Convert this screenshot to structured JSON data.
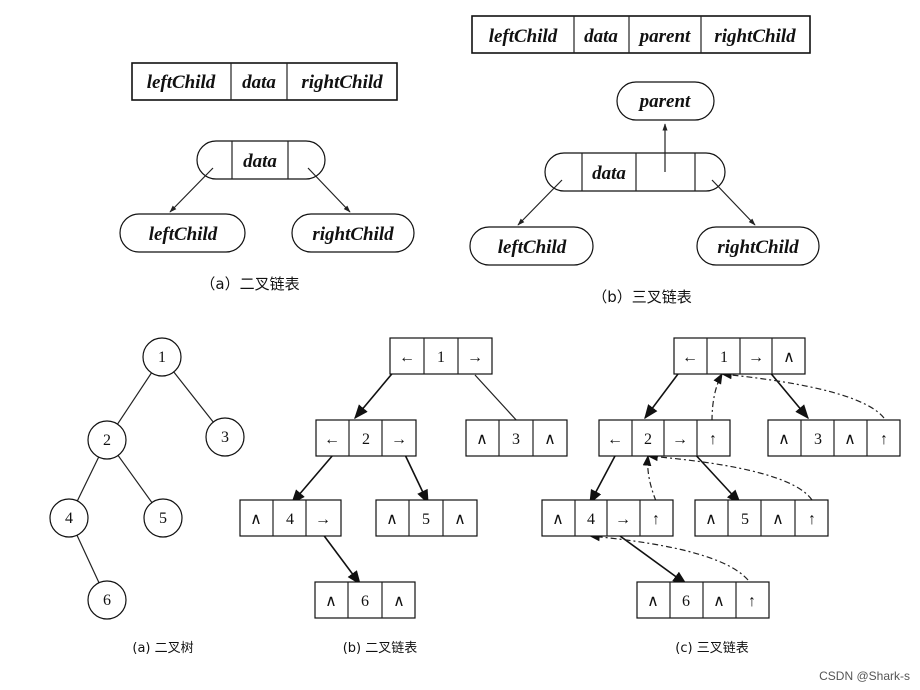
{
  "top_left": {
    "header_fields": [
      "leftChild",
      "data",
      "rightChild"
    ],
    "node_field": "data",
    "left_node": "leftChild",
    "right_node": "rightChild",
    "caption": "（a）二叉链表"
  },
  "top_right": {
    "header_fields": [
      "leftChild",
      "data",
      "parent",
      "rightChild"
    ],
    "parent_node": "parent",
    "node_field": "data",
    "left_node": "leftChild",
    "right_node": "rightChild",
    "caption": "（b）三叉链表"
  },
  "symbols": {
    "left_arrow": "←",
    "right_arrow": "→",
    "up_arrow": "↑",
    "null": "∧"
  },
  "tree": {
    "nodes": [
      "1",
      "2",
      "3",
      "4",
      "5",
      "6"
    ],
    "edges": [
      [
        "1",
        "2"
      ],
      [
        "1",
        "3"
      ],
      [
        "2",
        "4"
      ],
      [
        "2",
        "5"
      ],
      [
        "4",
        "6"
      ]
    ],
    "caption": "(a)  二叉树"
  },
  "binary_list": {
    "nodes": [
      {
        "label": "1",
        "left": "←",
        "right": "→"
      },
      {
        "label": "2",
        "left": "←",
        "right": "→"
      },
      {
        "label": "3",
        "left": "∧",
        "right": "∧"
      },
      {
        "label": "4",
        "left": "∧",
        "right": "→"
      },
      {
        "label": "5",
        "left": "∧",
        "right": "∧"
      },
      {
        "label": "6",
        "left": "∧",
        "right": "∧"
      }
    ],
    "caption": "(b)  二叉链表"
  },
  "triple_list": {
    "nodes": [
      {
        "label": "1",
        "left": "←",
        "right": "→",
        "parent": "∧"
      },
      {
        "label": "2",
        "left": "←",
        "right": "→",
        "parent": "↑"
      },
      {
        "label": "3",
        "left": "∧",
        "right": "∧",
        "parent": "↑"
      },
      {
        "label": "4",
        "left": "∧",
        "right": "→",
        "parent": "↑"
      },
      {
        "label": "5",
        "left": "∧",
        "right": "∧",
        "parent": "↑"
      },
      {
        "label": "6",
        "left": "∧",
        "right": "∧",
        "parent": "↑"
      }
    ],
    "caption": "(c)  三叉链表"
  },
  "watermark": "CSDN @Shark-s"
}
